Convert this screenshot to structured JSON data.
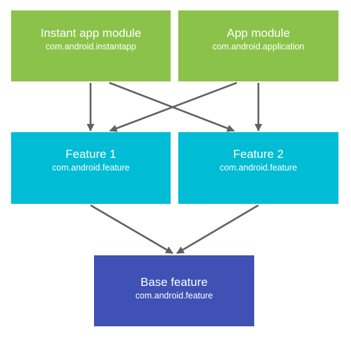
{
  "nodes": {
    "instant_app": {
      "title": "Instant app module",
      "subtitle": "com.android.instantapp"
    },
    "app": {
      "title": "App module",
      "subtitle": "com.android.application"
    },
    "feature1": {
      "title": "Feature 1",
      "subtitle": "com.android.feature"
    },
    "feature2": {
      "title": "Feature 2",
      "subtitle": "com.android.feature"
    },
    "base": {
      "title": "Base feature",
      "subtitle": "com.android.feature"
    }
  },
  "edges": [
    {
      "from": "instant_app",
      "to": "feature1"
    },
    {
      "from": "instant_app",
      "to": "feature2"
    },
    {
      "from": "app",
      "to": "feature1"
    },
    {
      "from": "app",
      "to": "feature2"
    },
    {
      "from": "feature1",
      "to": "base"
    },
    {
      "from": "feature2",
      "to": "base"
    }
  ],
  "colors": {
    "module": "#8bc34a",
    "feature": "#00bcd4",
    "base": "#3f51b5",
    "arrow": "#616161",
    "text": "#ffffff"
  }
}
